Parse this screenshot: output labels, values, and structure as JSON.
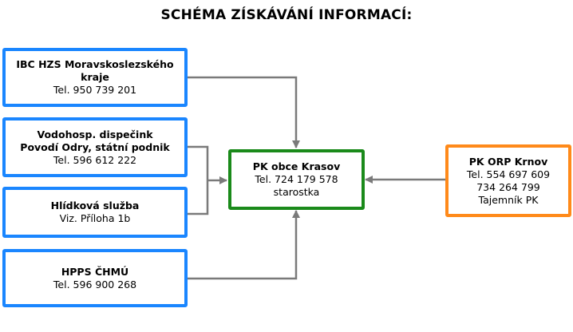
{
  "title": "SCHÉMA ZÍSKÁVÁNÍ INFORMACÍ:",
  "sources": [
    {
      "name_lines": [
        "IBC HZS Moravskoslezského",
        "kraje"
      ],
      "detail_lines": [
        "Tel. 950 739 201"
      ]
    },
    {
      "name_lines": [
        "Vodohosp. dispečink",
        "Povodí Odry, státní podnik"
      ],
      "detail_lines": [
        "Tel. 596 612 222"
      ]
    },
    {
      "name_lines": [
        "Hlídková služba"
      ],
      "detail_lines": [
        "Viz. Příloha 1b"
      ]
    },
    {
      "name_lines": [
        "HPPS ČHMÚ"
      ],
      "detail_lines": [
        "Tel. 596 900 268"
      ]
    }
  ],
  "center": {
    "name": "PK obce Krasov",
    "detail_lines": [
      "Tel. 724 179 578",
      "starostka"
    ]
  },
  "right": {
    "name": "PK ORP Krnov",
    "detail_lines": [
      "Tel. 554 697 609",
      "734 264 799",
      "Tajemník PK"
    ]
  },
  "colors": {
    "source_border": "#1a86ff",
    "center_border": "#1a8a1a",
    "right_border": "#ff8a1a",
    "connector": "#7a7a7a"
  }
}
